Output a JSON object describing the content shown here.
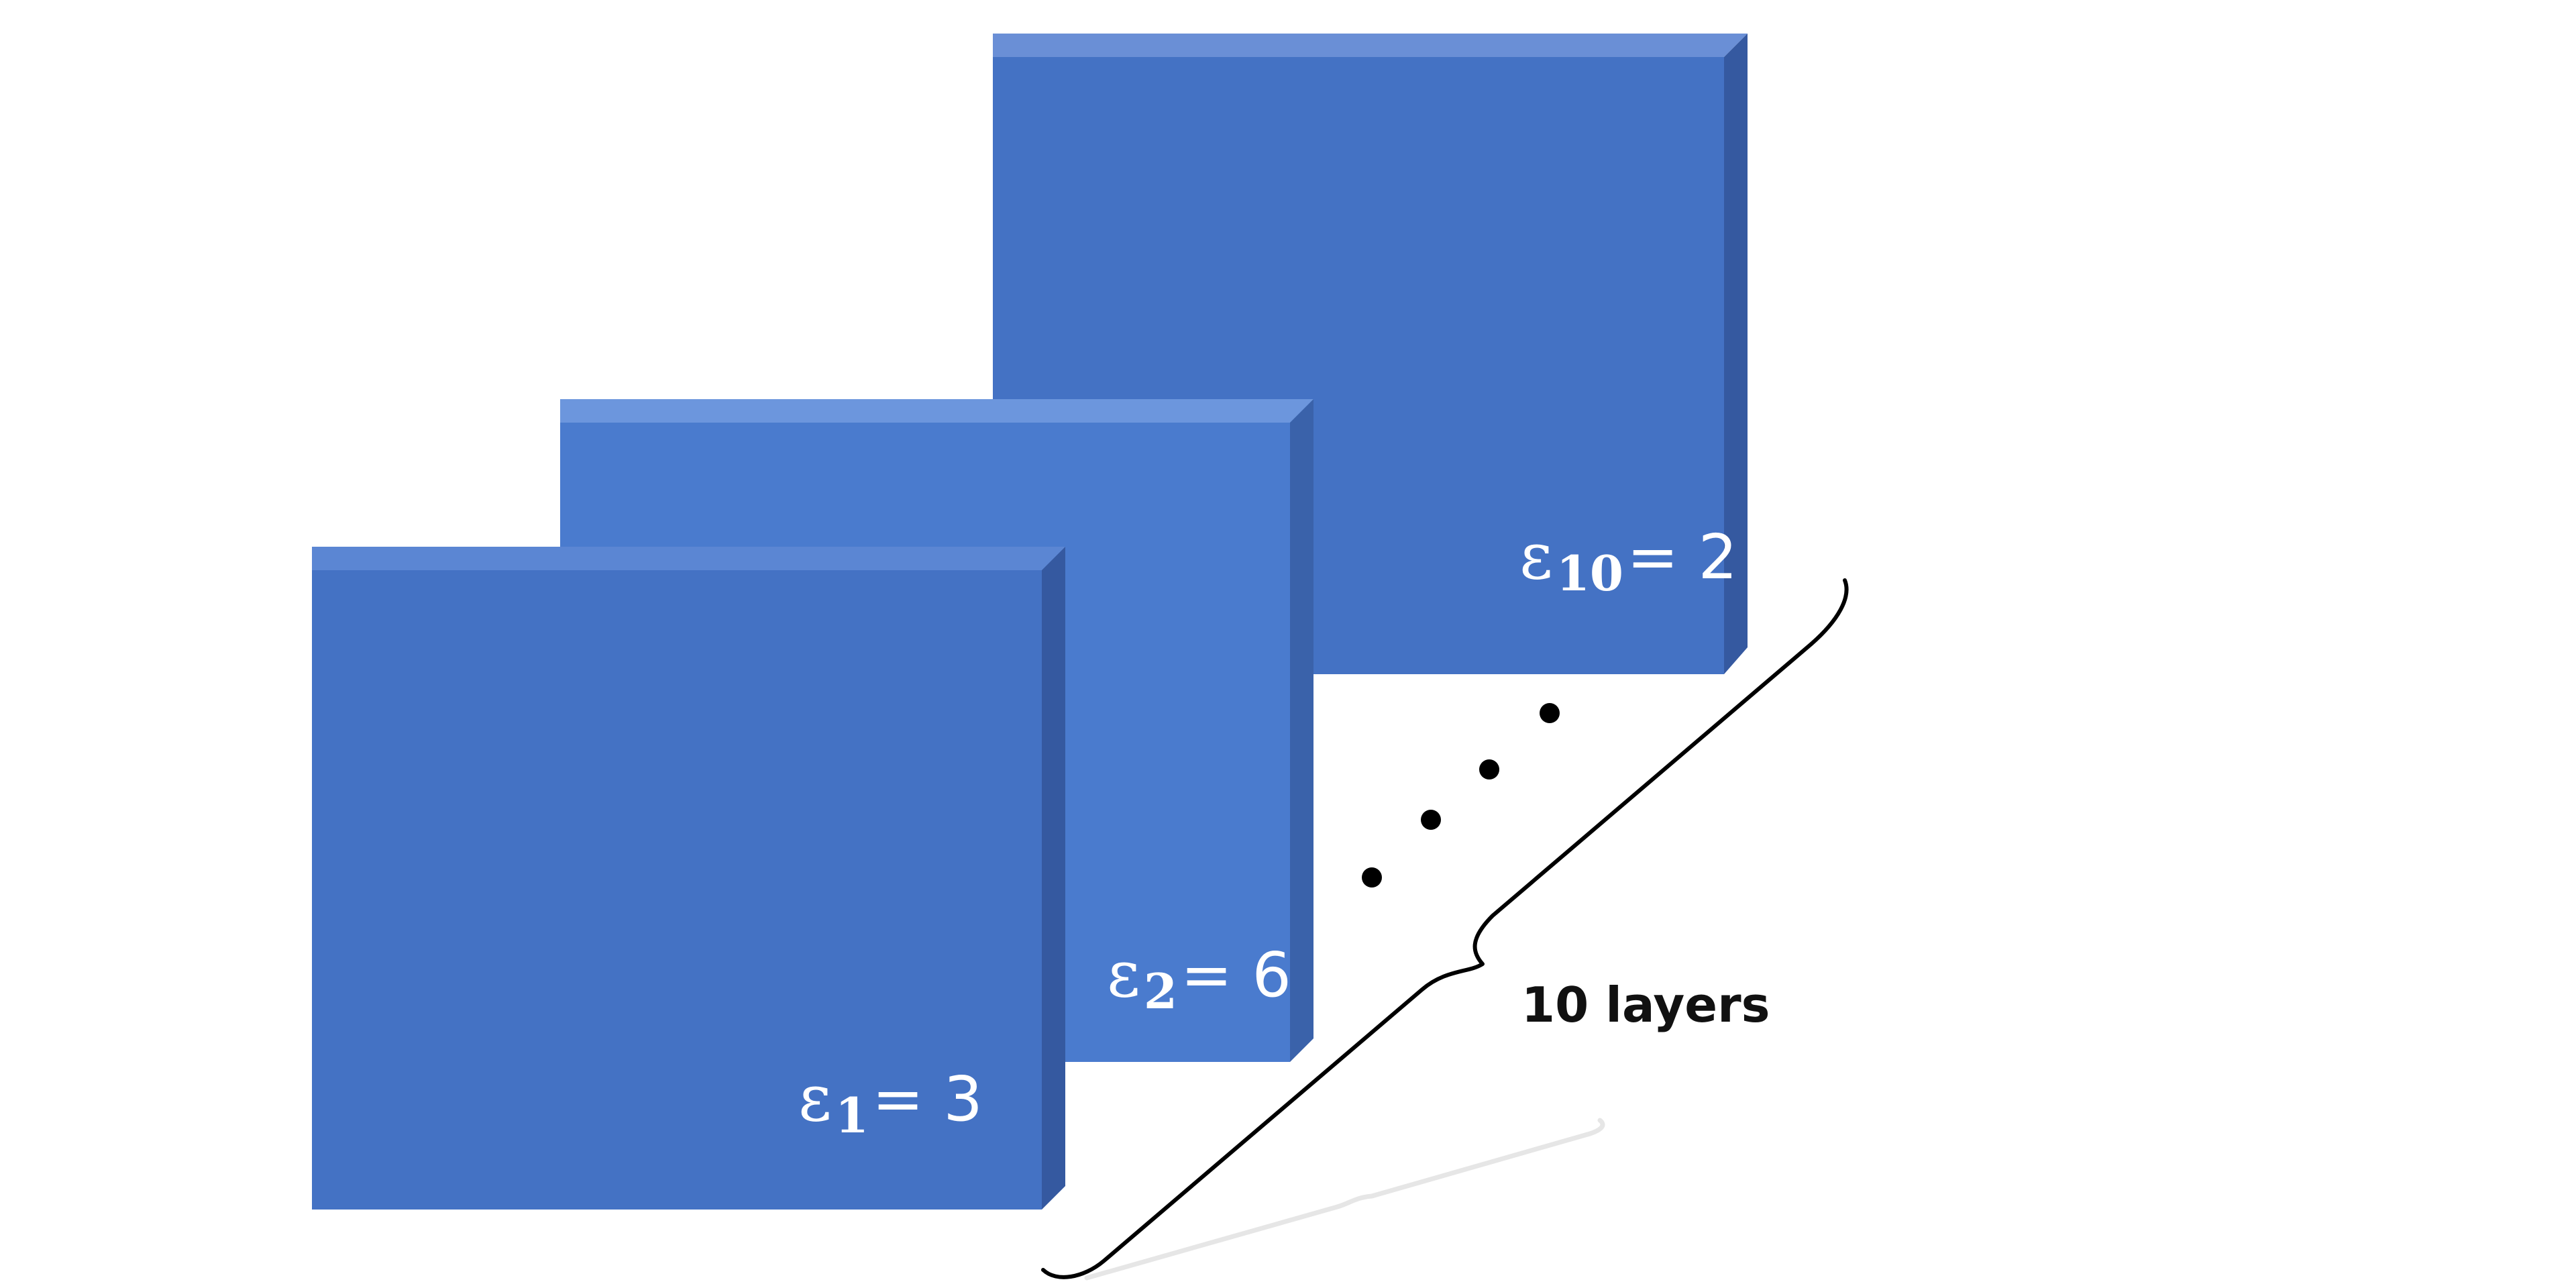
{
  "diagram": {
    "layers": [
      {
        "id": "layer-1",
        "symbol": "ε",
        "subscript": "1",
        "equals": " = 3",
        "colors": {
          "front": "#4472C4",
          "top": "#5B86D3",
          "side": "#3559A0"
        }
      },
      {
        "id": "layer-2",
        "symbol": "ε",
        "subscript": "2",
        "equals": " = 6",
        "colors": {
          "front": "#4A7BCE",
          "top": "#6C96DD",
          "side": "#3A62AA"
        }
      },
      {
        "id": "layer-10",
        "symbol": "ε",
        "subscript": "10",
        "equals": "= 2",
        "colors": {
          "front": "#4472C4",
          "top": "#6A8FD6",
          "side": "#3559A0"
        }
      }
    ],
    "ellipsis_dots": 4,
    "brace_label": "10 layers"
  }
}
